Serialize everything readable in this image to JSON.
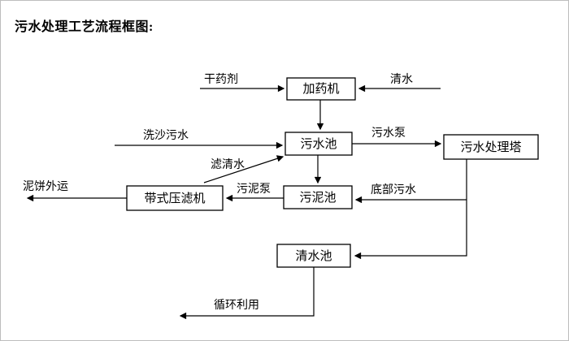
{
  "page": {
    "title": "污水处理工艺流程框图:"
  },
  "boxes": {
    "dosing_machine": "加药机",
    "sewage_pool": "污水池",
    "treatment_tower": "污水处理塔",
    "sludge_pool": "污泥池",
    "belt_filter_press": "带式压滤机",
    "clear_water_pool": "清水池"
  },
  "flow_labels": {
    "dry_chemical": "干药剂",
    "clear_water": "清水",
    "sand_wash_sewage": "洗沙污水",
    "sewage_pump": "污水泵",
    "filtered_water": "滤清水",
    "sludge_pump": "污泥泵",
    "bottom_sewage": "底部污水",
    "mud_cake_out": "泥饼外运",
    "recycle_use": "循环利用"
  },
  "edges": [
    {
      "from": "干药剂",
      "to": "加药机"
    },
    {
      "from": "清水",
      "to": "加药机"
    },
    {
      "from": "加药机",
      "to": "污水池"
    },
    {
      "from": "洗沙污水",
      "to": "污水池"
    },
    {
      "from": "污水池",
      "to": "污水处理塔",
      "via": "污水泵"
    },
    {
      "from": "污水池",
      "to": "污泥池"
    },
    {
      "from": "污水处理塔",
      "to": "污泥池",
      "via": "底部污水"
    },
    {
      "from": "污水处理塔",
      "to": "清水池"
    },
    {
      "from": "污泥池",
      "to": "带式压滤机",
      "via": "污泥泵"
    },
    {
      "from": "带式压滤机",
      "to": "污水池",
      "via": "滤清水"
    },
    {
      "from": "带式压滤机",
      "to": "泥饼外运"
    },
    {
      "from": "清水池",
      "to": "循环利用"
    }
  ]
}
